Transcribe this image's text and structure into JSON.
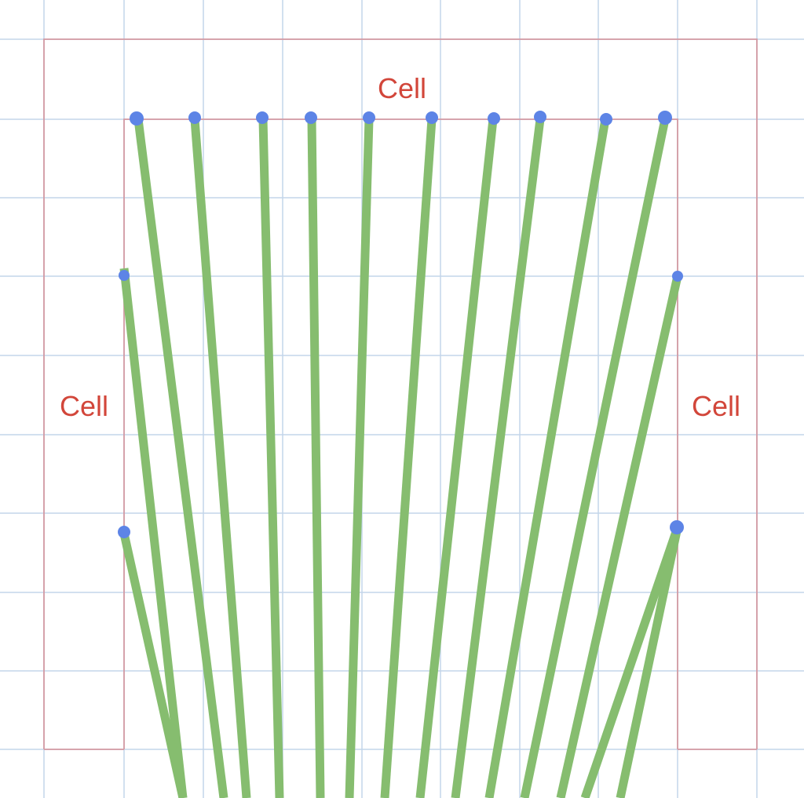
{
  "labels": {
    "top_cell": "Cell",
    "left_cell": "Cell",
    "right_cell": "Cell"
  },
  "colors": {
    "grid": "#c3d6ea",
    "cell_outline": "#d49aa3",
    "label_text": "#d2463a",
    "ray": "#86bd6f",
    "anchor_dot": "#5d84e6",
    "background": "#ffffff"
  },
  "diagram": {
    "ray_count": 15,
    "anchor_count": 14
  }
}
